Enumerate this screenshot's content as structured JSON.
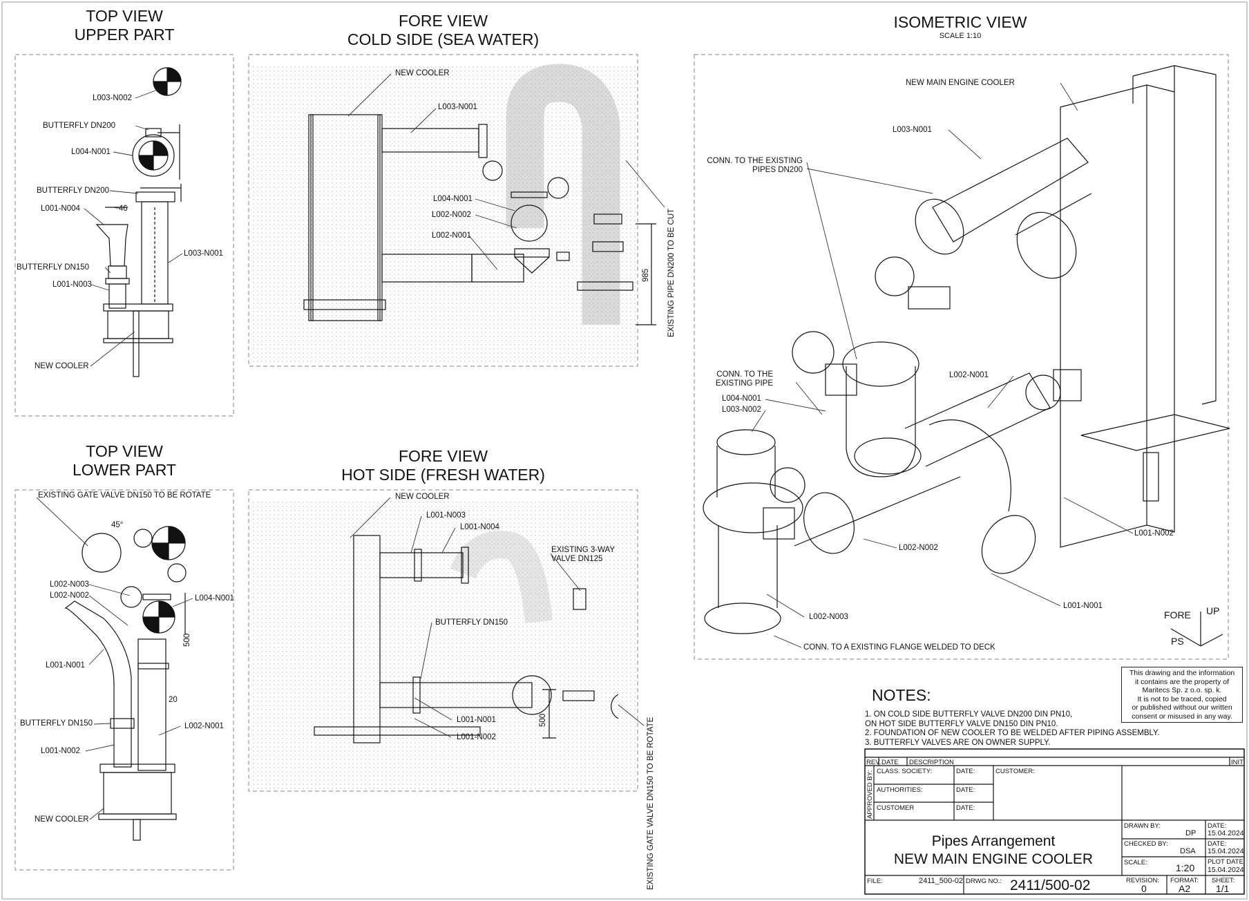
{
  "views": {
    "top_upper": {
      "line1": "TOP VIEW",
      "line2": "UPPER PART"
    },
    "fore_cold": {
      "line1": "FORE VIEW",
      "line2": "COLD SIDE (SEA WATER)"
    },
    "isometric": {
      "line1": "ISOMETRIC VIEW",
      "scale": "SCALE 1:10"
    },
    "top_lower": {
      "line1": "TOP VIEW",
      "line2": "LOWER PART"
    },
    "fore_hot": {
      "line1": "FORE VIEW",
      "line2": "HOT SIDE (FRESH WATER)"
    }
  },
  "labels": {
    "tu_l003n002": "L003-N002",
    "tu_bfly200_a": "BUTTERFLY DN200",
    "tu_l004n001": "L004-N001",
    "tu_bfly200_b": "BUTTERFLY DN200",
    "tu_l001n004": "L001-N004",
    "tu_dim46": "~46",
    "tu_l003n001": "L003-N001",
    "tu_bfly150": "BUTTERFLY DN150",
    "tu_l001n003": "L001-N003",
    "tu_newcooler": "NEW COOLER",
    "fc_newcooler": "NEW COOLER",
    "fc_l003n001": "L003-N001",
    "fc_l004n001": "L004-N001",
    "fc_l002n002": "L002-N002",
    "fc_l002n001": "L002-N001",
    "fc_dim985": "985",
    "fc_cut": "EXISTING PIPE DN200 TO BE CUT",
    "iso_cooler": "NEW MAIN ENGINE COOLER",
    "iso_l003n001": "L003-N001",
    "iso_conn1_a": "CONN. TO THE EXISTING",
    "iso_conn1_b": "PIPES DN200",
    "iso_conn2_a": "CONN. TO THE",
    "iso_conn2_b": "EXISTING PIPE",
    "iso_l004n001": "L004-N001",
    "iso_l003n002": "L003-N002",
    "iso_l002n001": "L002-N001",
    "iso_l002n002": "L002-N002",
    "iso_l001n002": "L001-N002",
    "iso_l001n001": "L001-N001",
    "iso_l002n003": "L002-N003",
    "iso_flange": "CONN. TO A EXISTING FLANGE WELDED TO DECK",
    "iso_fore": "FORE",
    "iso_up": "UP",
    "iso_ps": "PS",
    "tl_gate": "EXISTING GATE VALVE DN150 TO BE ROTATE",
    "tl_45": "45°",
    "tl_l002n003": "L002-N003",
    "tl_l002n002": "L002-N002",
    "tl_l004n001": "L004-N001",
    "tl_dim500": "500",
    "tl_l001n001": "L001-N001",
    "tl_dim20": "20",
    "tl_bfly150": "BUTTERFLY DN150",
    "tl_l002n001": "L002-N001",
    "tl_l001n002": "L001-N002",
    "tl_newcooler": "NEW COOLER",
    "fh_newcooler": "NEW COOLER",
    "fh_l001n003": "L001-N003",
    "fh_l001n004": "L001-N004",
    "fh_3way_a": "EXISTING 3-WAY",
    "fh_3way_b": "VALVE DN125",
    "fh_bfly150": "BUTTERFLY DN150",
    "fh_l001n001": "L001-N001",
    "fh_l001n002": "L001-N002",
    "fh_dim500": "500",
    "fh_gate": "EXISTING GATE VALVE DN150 TO BE ROTATE"
  },
  "notes": {
    "title": "NOTES:",
    "line1": "1. ON COLD SIDE BUTTERFLY VALVE DN200 DIN PN10,",
    "line2": "ON HOT SIDE BUTTERFLY VALVE DN150 DIN PN10.",
    "line3": "2. FOUNDATION OF NEW COOLER TO BE WELDED AFTER PIPING ASSEMBLY.",
    "line4": "3. BUTTERFLY VALVES ARE ON OWNER SUPPLY."
  },
  "property_note": [
    "This drawing and the information",
    "it contains are the property of",
    "Maritecs Sp. z o.o. sp. k.",
    "It is not to be traced, copied",
    "or published without our written",
    "consent or misused in any way."
  ],
  "title_block": {
    "rev": "REV.",
    "date": "DATE",
    "description": "DESCRIPTION",
    "init": "INIT",
    "approved_by": "APPROVED BY:",
    "class_society": "CLASS. SOCIETY:",
    "authorities": "AUTHORITIES:",
    "customer_row": "CUSTOMER",
    "date_label": "DATE:",
    "customer_label": "CUSTOMER:",
    "title1": "Pipes Arrangement",
    "title2": "NEW MAIN ENGINE COOLER",
    "drawn_by": "DRAWN BY:",
    "drawn_by_val": "DP",
    "drawn_date": "15.04.2024",
    "checked_by": "CHECKED BY:",
    "checked_by_val": "DSA",
    "checked_date": "15.04.2024",
    "scale_label": "SCALE:",
    "scale_val": "1:20",
    "plot_date": "PLOT DATE:",
    "plot_date_val": "15.04.2024",
    "file_label": "FILE:",
    "file_val": "2411_500-02",
    "drwg_label": "DRWG NO.:",
    "drwg_val": "2411/500-02",
    "revision_label": "REVISION:",
    "revision_val": "0",
    "format_label": "FORMAT:",
    "format_val": "A2",
    "sheet_label": "SHEET:",
    "sheet_val": "1/1"
  }
}
